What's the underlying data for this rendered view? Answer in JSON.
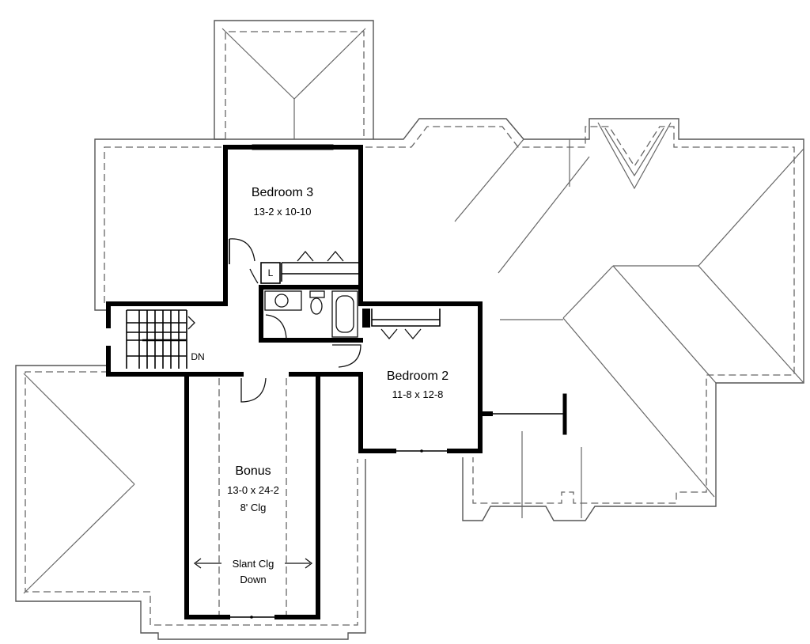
{
  "rooms": {
    "bedroom3": {
      "name": "Bedroom 3",
      "dims": "13-2 x 10-10"
    },
    "bedroom2": {
      "name": "Bedroom 2",
      "dims": "11-8 x 12-8"
    },
    "bonus": {
      "name": "Bonus",
      "dims": "13-0 x 24-2",
      "ceiling": "8' Clg"
    }
  },
  "annotations": {
    "slant_line1": "Slant Clg",
    "slant_line2": "Down",
    "linen": "L",
    "stairs_down": "DN"
  }
}
